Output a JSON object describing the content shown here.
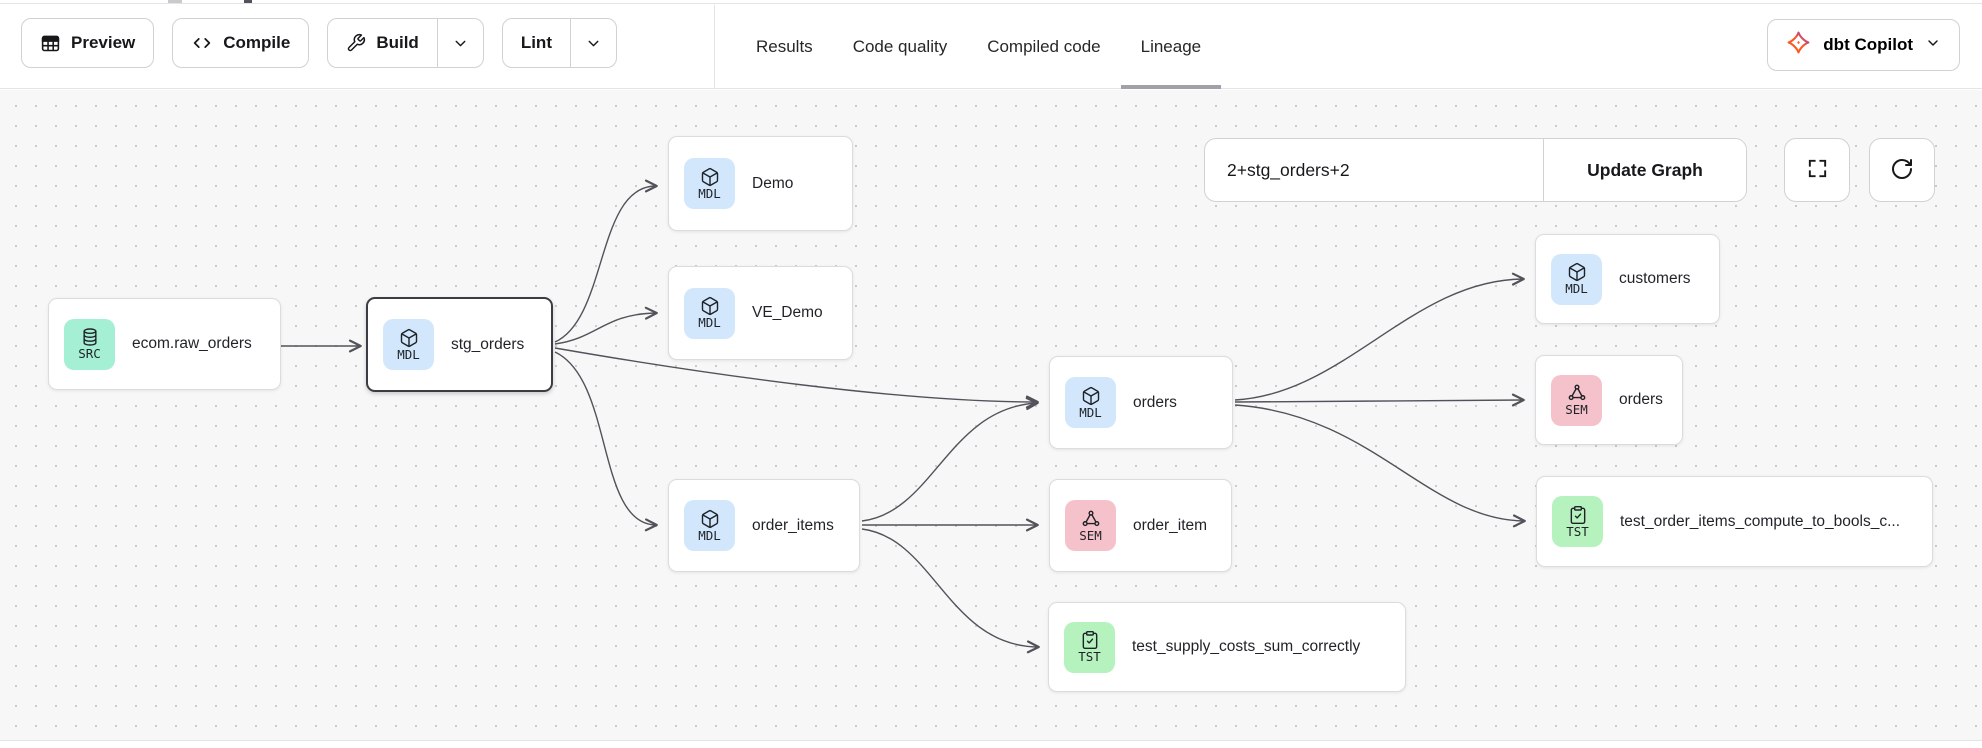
{
  "toolbar": {
    "preview_label": "Preview",
    "compile_label": "Compile",
    "build_label": "Build",
    "lint_label": "Lint"
  },
  "tabs": [
    {
      "label": "Results",
      "active": false
    },
    {
      "label": "Code quality",
      "active": false
    },
    {
      "label": "Compiled code",
      "active": false
    },
    {
      "label": "Lineage",
      "active": true
    }
  ],
  "copilot": {
    "label": "dbt Copilot"
  },
  "graph": {
    "filter_value": "2+stg_orders+2",
    "update_button_label": "Update Graph",
    "nodes": [
      {
        "label": "ecom.raw_orders",
        "badge": "SRC",
        "type": "source",
        "selected": false
      },
      {
        "label": "stg_orders",
        "badge": "MDL",
        "type": "model",
        "selected": true
      },
      {
        "label": "Demo",
        "badge": "MDL",
        "type": "model",
        "selected": false
      },
      {
        "label": "VE_Demo",
        "badge": "MDL",
        "type": "model",
        "selected": false
      },
      {
        "label": "order_items",
        "badge": "MDL",
        "type": "model",
        "selected": false
      },
      {
        "label": "orders",
        "badge": "MDL",
        "type": "model",
        "selected": false
      },
      {
        "label": "order_item",
        "badge": "SEM",
        "type": "semantic",
        "selected": false
      },
      {
        "label": "test_supply_costs_sum_correctly",
        "badge": "TST",
        "type": "test",
        "selected": false
      },
      {
        "label": "customers",
        "badge": "MDL",
        "type": "model",
        "selected": false
      },
      {
        "label": "orders",
        "badge": "SEM",
        "type": "semantic",
        "selected": false
      },
      {
        "label": "test_order_items_compute_to_bools_c...",
        "badge": "TST",
        "type": "test",
        "selected": false
      }
    ],
    "edges": [
      "ecom.raw_orders -> stg_orders",
      "stg_orders -> Demo",
      "stg_orders -> VE_Demo",
      "stg_orders -> orders",
      "stg_orders -> order_items",
      "order_items -> orders",
      "order_items -> order_item",
      "order_items -> test_supply_costs_sum_correctly",
      "orders -> customers",
      "orders -> orders(SEM)",
      "orders -> test_order_items_compute_to_bools_c..."
    ]
  },
  "colors": {
    "badge_source": "#a5efd4",
    "badge_model": "#d2e7fc",
    "badge_semantic": "#f5c2cb",
    "badge_test": "#b6f2be",
    "edge": "#52525b",
    "selected_border": "#3a3d44",
    "canvas_bg": "#f7f7f7",
    "accent_orange": "#ff5722",
    "accent_purple": "#7c3aed"
  }
}
